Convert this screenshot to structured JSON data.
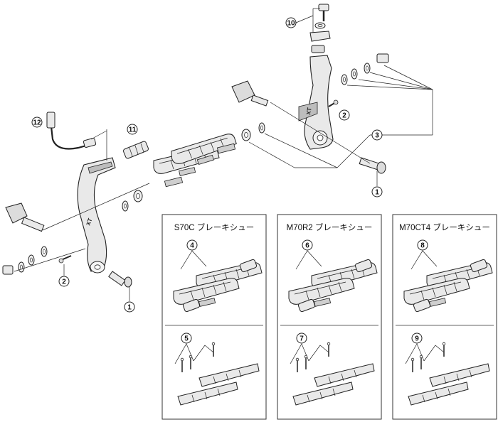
{
  "callouts": {
    "c1a": "1",
    "c1b": "1",
    "c2a": "2",
    "c2b": "2",
    "c3": "3",
    "c10": "10",
    "c11": "11",
    "c12": "12"
  },
  "panels": [
    {
      "title": "S70C ブレーキシュー",
      "upper_callout": "4",
      "lower_callout": "5"
    },
    {
      "title": "M70R2 ブレーキシュー",
      "upper_callout": "6",
      "lower_callout": "7"
    },
    {
      "title": "M70CT4 ブレーキシュー",
      "upper_callout": "8",
      "lower_callout": "9"
    }
  ],
  "colors": {
    "line": "#222222",
    "part_fill": "#e9e9e9",
    "part_dark": "#9a9a9a",
    "panel_border": "#333333",
    "background": "#ffffff"
  }
}
